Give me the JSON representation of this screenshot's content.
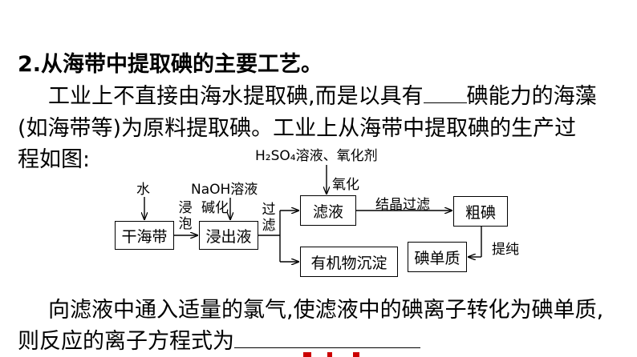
{
  "title": "2.从海带中提取碘的主要工艺。",
  "para1": {
    "line1_a": "工业上不直接由海水提取碘,而是以具有",
    "line1_b": "碘能力的海藻",
    "line2": "(如海带等)为原料提取碘。工业上从海带中提取碘的生产过",
    "line3": "程如图:"
  },
  "flow": {
    "reagent_top": "H₂SO₄溶液、氧化剂",
    "water": "水",
    "naoh": "NaOH溶液",
    "alkalize": "碱化",
    "soak": [
      "浸",
      "泡"
    ],
    "filter": [
      "过",
      "滤"
    ],
    "oxidize": "氧化",
    "crystallize": "结晶过滤",
    "purify": "提纯",
    "box_kelp": "干海带",
    "box_extract": "浸出液",
    "box_filtrate": "滤液",
    "box_organic": "有机物沉淀",
    "box_crude": "粗碘",
    "box_iodine": "碘单质"
  },
  "para2": {
    "line1": "向滤液中通入适量的氯气,使滤液中的碘离子转化为碘单质,",
    "line2": "则反应的离子方程式为"
  },
  "colors": {
    "text": "#000000",
    "answer_red": "#cc0000"
  }
}
